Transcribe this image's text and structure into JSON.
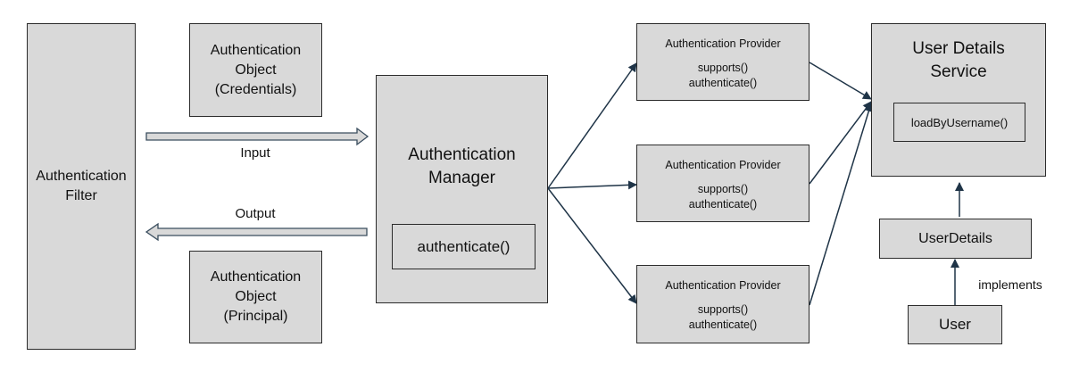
{
  "colors": {
    "box_fill": "#d9d9d9",
    "box_border": "#2b2b2b",
    "arrow": "#1f3447"
  },
  "filter": {
    "line1": "Authentication",
    "line2": "Filter"
  },
  "auth_object_credentials": {
    "line1": "Authentication",
    "line2": "Object",
    "line3": "(Credentials)"
  },
  "auth_object_principal": {
    "line1": "Authentication",
    "line2": "Object",
    "line3": "(Principal)"
  },
  "input_label": "Input",
  "output_label": "Output",
  "manager": {
    "line1": "Authentication",
    "line2": "Manager",
    "method": "authenticate()"
  },
  "providers": [
    {
      "title": "Authentication Provider",
      "method1": "supports()",
      "method2": "authenticate()"
    },
    {
      "title": "Authentication Provider",
      "method1": "supports()",
      "method2": "authenticate()"
    },
    {
      "title": "Authentication Provider",
      "method1": "supports()",
      "method2": "authenticate()"
    }
  ],
  "user_details_service": {
    "line1": "User Details",
    "line2": "Service",
    "method": "loadByUsername()"
  },
  "user_details": "UserDetails",
  "implements_label": "implements",
  "user": "User"
}
